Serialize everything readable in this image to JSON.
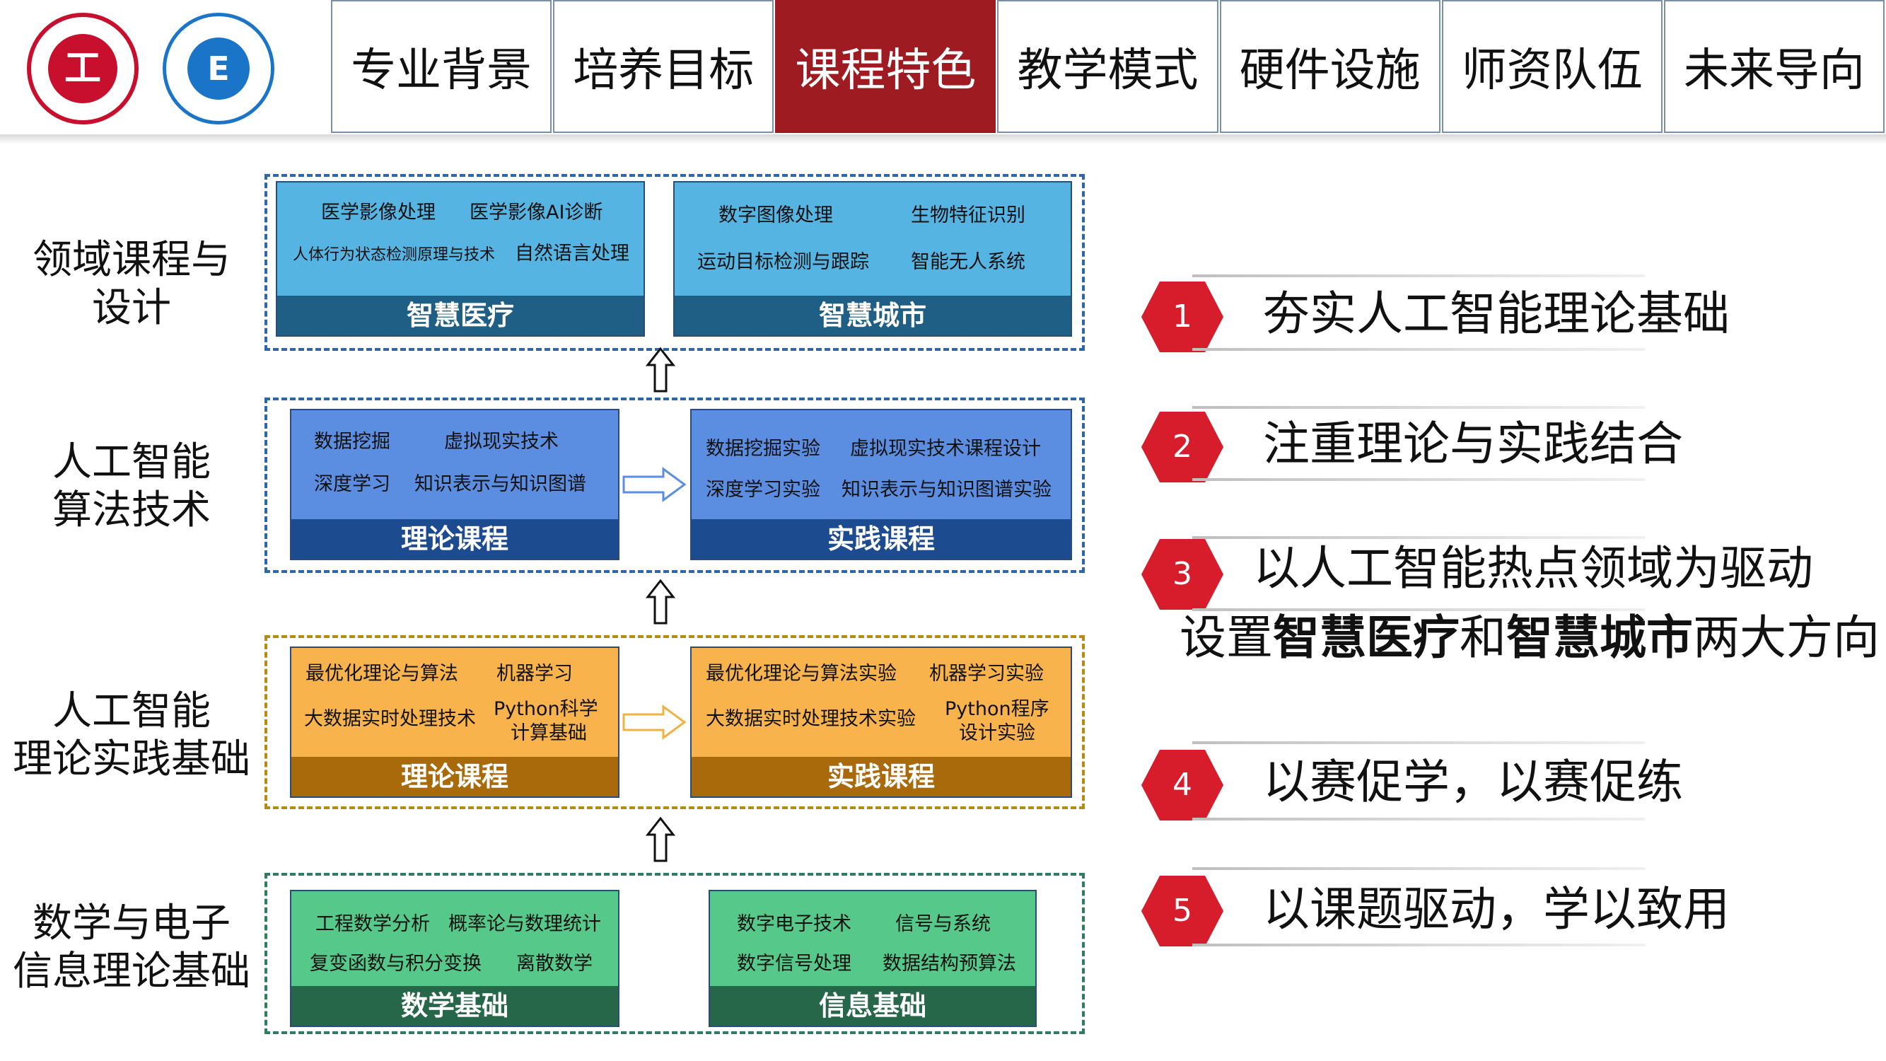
{
  "nav": {
    "tabs": [
      {
        "label": "专业背景"
      },
      {
        "label": "培养目标"
      },
      {
        "label": "课程特色"
      },
      {
        "label": "教学模式"
      },
      {
        "label": "硬件设施"
      },
      {
        "label": "师资队伍"
      },
      {
        "label": "未来导向"
      }
    ],
    "active_index": 2
  },
  "logos": {
    "left_mark": "工",
    "right_mark": "E"
  },
  "rows": {
    "domain": {
      "label_line1": "领域课程与",
      "label_line2": "设计",
      "medical": {
        "title": "智慧医疗",
        "items": [
          "医学影像处理",
          "医学影像AI诊断",
          "人体行为状态检测原理与技术",
          "自然语言处理"
        ]
      },
      "city": {
        "title": "智慧城市",
        "items": [
          "数字图像处理",
          "生物特征识别",
          "运动目标检测与跟踪",
          "智能无人系统"
        ]
      }
    },
    "algo": {
      "label_line1": "人工智能",
      "label_line2": "算法技术",
      "theory": {
        "title": "理论课程",
        "items": [
          "数据挖掘",
          "虚拟现实技术",
          "深度学习",
          "知识表示与知识图谱"
        ]
      },
      "practice": {
        "title": "实践课程",
        "items": [
          "数据挖掘实验",
          "虚拟现实技术课程设计",
          "深度学习实验",
          "知识表示与知识图谱实验"
        ]
      }
    },
    "basics": {
      "label_line1": "人工智能",
      "label_line2": "理论实践基础",
      "theory": {
        "title": "理论课程",
        "items": [
          "最优化理论与算法",
          "机器学习",
          "大数据实时处理技术",
          "Python科学",
          "计算基础"
        ]
      },
      "practice": {
        "title": "实践课程",
        "items": [
          "最优化理论与算法实验",
          "机器学习实验",
          "大数据实时处理技术实验",
          "Python程序",
          "设计实验"
        ]
      }
    },
    "math": {
      "label_line1": "数学与电子",
      "label_line2": "信息理论基础",
      "math": {
        "title": "数学基础",
        "items": [
          "工程数学分析",
          "概率论与数理统计",
          "复变函数与积分变换",
          "离散数学"
        ]
      },
      "info": {
        "title": "信息基础",
        "items": [
          "数字电子技术",
          "信号与系统",
          "数字信号处理",
          "数据结构预算法"
        ]
      }
    }
  },
  "features": [
    {
      "num": "1",
      "text": "夯实人工智能理论基础"
    },
    {
      "num": "2",
      "text": "注重理论与实践结合"
    },
    {
      "num": "3",
      "text": "以人工智能热点领域为驱动",
      "line2_prefix": "设置",
      "line2_bold1": "智慧医疗",
      "line2_mid": "和",
      "line2_bold2": "智慧城市",
      "line2_suffix": "两大方向"
    },
    {
      "num": "4",
      "text": "以赛促学，以赛促练"
    },
    {
      "num": "5",
      "text": "以课题驱动，学以致用"
    }
  ],
  "colors": {
    "active_tab": "#9e1b22",
    "badge_red": "#d71c2c",
    "sky": "#56b4e3",
    "blue": "#5b8ee0",
    "orange": "#f8b34c",
    "green": "#56c98a"
  }
}
